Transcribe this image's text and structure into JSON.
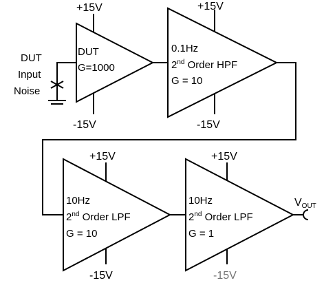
{
  "supply": {
    "positive": "+15V",
    "negative": "-15V"
  },
  "source": {
    "line1": "DUT",
    "line2": "Input",
    "line3": "Noise"
  },
  "stages": [
    {
      "line1": "DUT",
      "line2": "G=1000",
      "line3": ""
    },
    {
      "line1": "0.1Hz",
      "line2_base": "2",
      "line2_sup": "nd",
      "line2_rest": " Order HPF",
      "line3": "G = 10"
    },
    {
      "line1": "10Hz",
      "line2_base": "2",
      "line2_sup": "nd",
      "line2_rest": " Order LPF",
      "line3": "G = 10"
    },
    {
      "line1": "10Hz",
      "line2_base": "2",
      "line2_sup": "nd",
      "line2_rest": " Order LPF",
      "line3": "G = 1"
    }
  ],
  "output": {
    "label_main": "V",
    "label_sub": "OUT"
  }
}
